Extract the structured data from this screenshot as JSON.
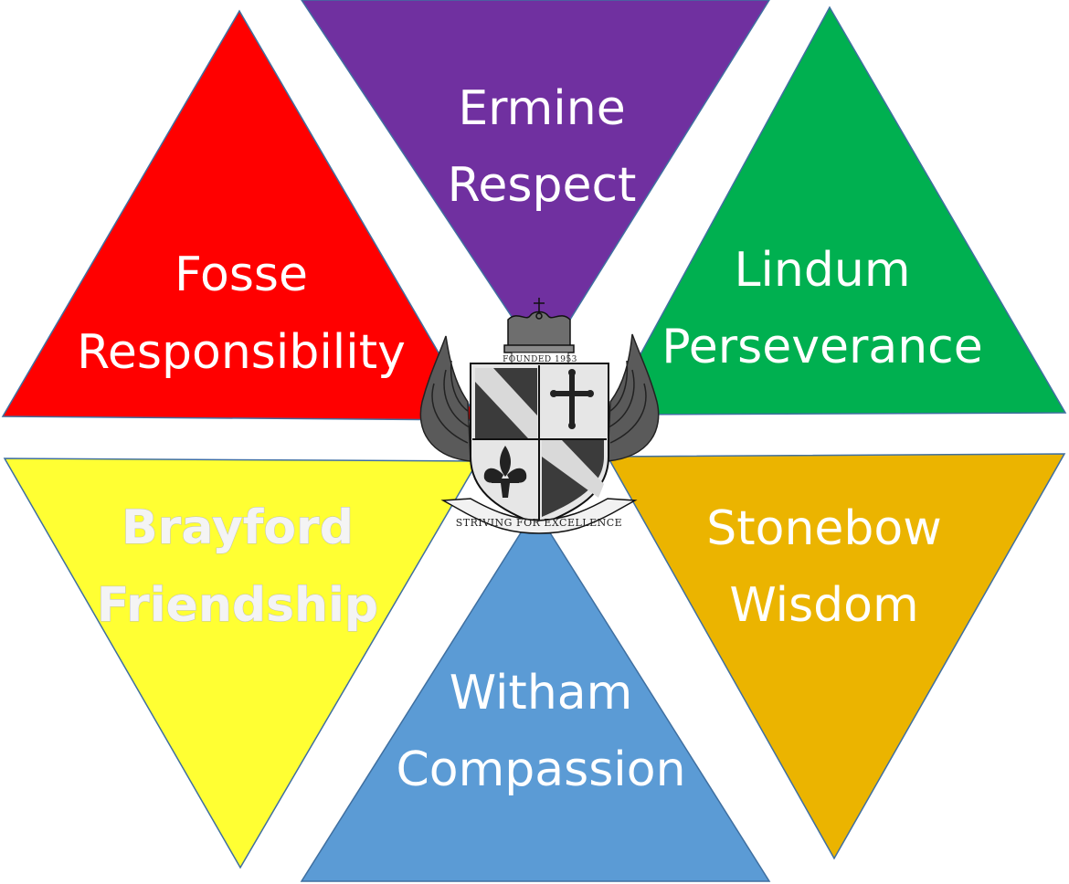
{
  "houses": [
    {
      "id": "ermine",
      "name": "Ermine",
      "value": "Respect",
      "color": "#7030a0"
    },
    {
      "id": "fosse",
      "name": "Fosse",
      "value": "Responsibility",
      "color": "#ff0000"
    },
    {
      "id": "lindum",
      "name": "Lindum",
      "value": "Perseverance",
      "color": "#00b050"
    },
    {
      "id": "brayford",
      "name": "Brayford",
      "value": "Friendship",
      "color": "#ffff33"
    },
    {
      "id": "stonebow",
      "name": "Stonebow",
      "value": "Wisdom",
      "color": "#ebb400"
    },
    {
      "id": "witham",
      "name": "Witham",
      "value": "Compassion",
      "color": "#5b9bd5"
    }
  ],
  "crest": {
    "founded": "FOUNDED 1953",
    "motto": "STRIVING FOR EXCELLENCE"
  }
}
